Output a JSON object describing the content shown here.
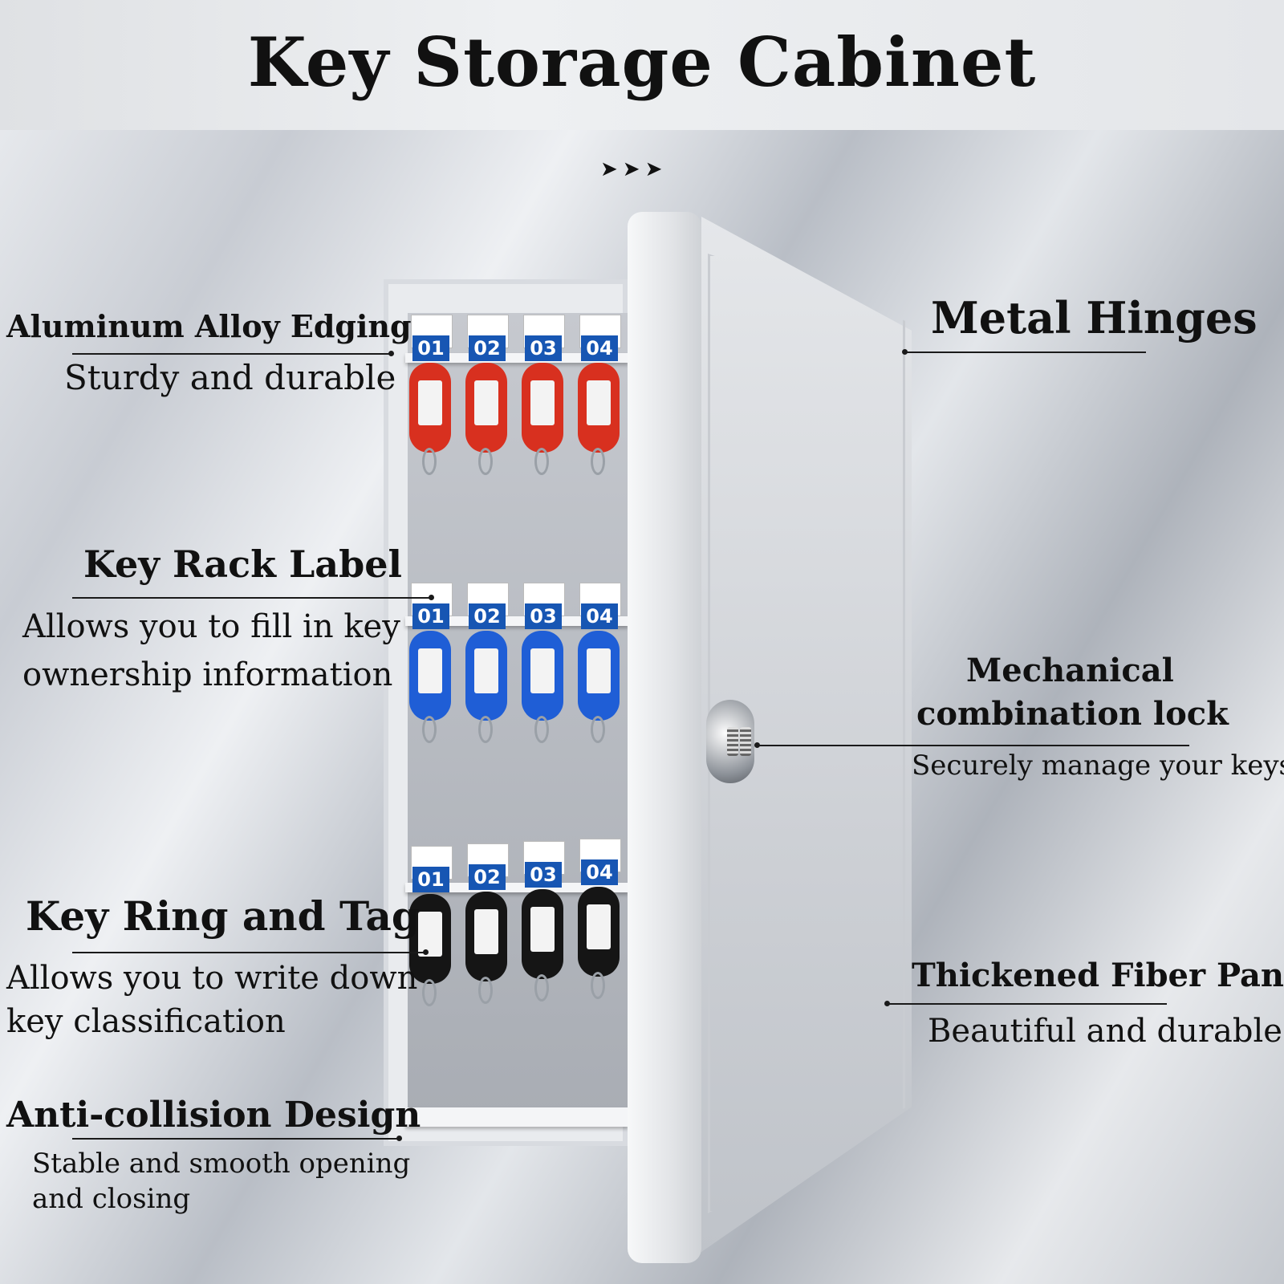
{
  "title": "Key Storage Cabinet",
  "arrows": "➤➤➤",
  "features": {
    "aluminum": {
      "label": "Aluminum Alloy Edging",
      "desc": "Sturdy and durable"
    },
    "hinges": {
      "label": "Metal Hinges"
    },
    "rack_label": {
      "label": "Key Rack Label",
      "desc_lines": [
        "Allows you to fill in key",
        "ownership information"
      ]
    },
    "lock": {
      "label_lines": [
        "Mechanical",
        "combination lock"
      ],
      "desc": "Securely manage your keys"
    },
    "ring_tag": {
      "label": "Key Ring and Tag",
      "desc_lines": [
        "Allows you to write down",
        "key classification"
      ]
    },
    "fiber_panel": {
      "label": "Thickened Fiber Panel",
      "desc": "Beautiful and durable"
    },
    "anti_collision": {
      "label": "Anti-collision Design",
      "desc_lines": [
        "Stable and smooth opening",
        "and closing"
      ]
    }
  },
  "racks": [
    {
      "color": "#d8301f",
      "numbers": [
        "01",
        "02",
        "03",
        "04"
      ]
    },
    {
      "color": "#1f5ed6",
      "numbers": [
        "01",
        "02",
        "03",
        "04"
      ]
    },
    {
      "color": "#151515",
      "numbers": [
        "01",
        "02",
        "03",
        "04"
      ]
    }
  ]
}
